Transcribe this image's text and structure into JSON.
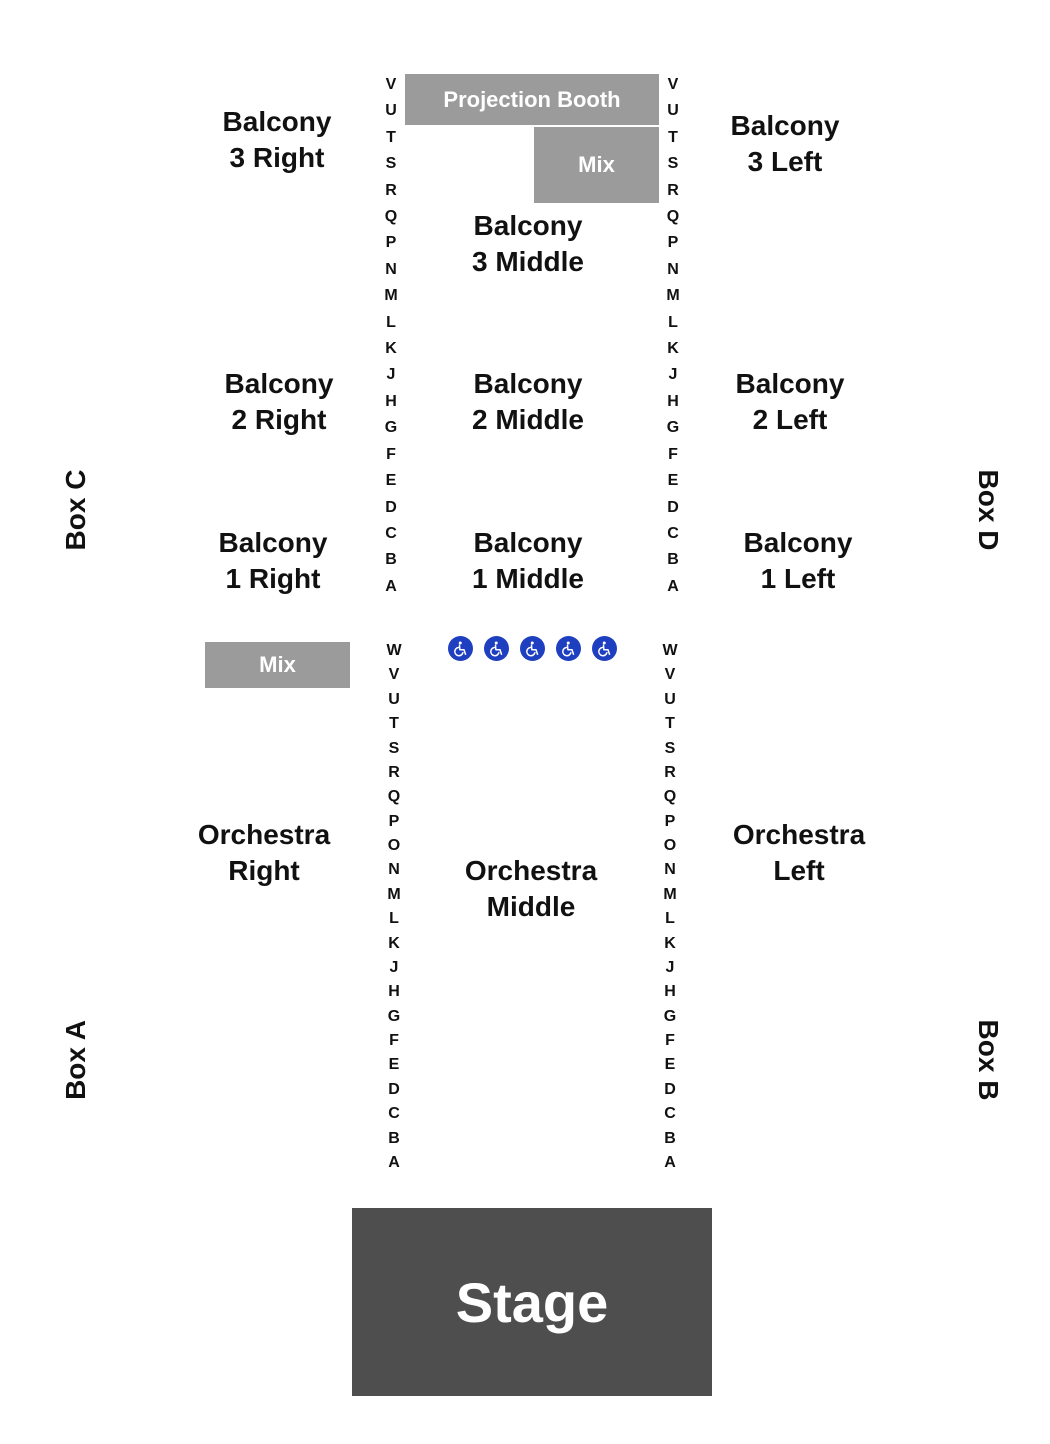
{
  "projection_booth": "Projection Booth",
  "mix_upper": "Mix",
  "mix_lower": "Mix",
  "stage": "Stage",
  "accessible_seat_icon": "wheelchair-icon",
  "accessible_seat_count": 5,
  "sections": {
    "balcony_3_right": [
      "Balcony",
      "3 Right"
    ],
    "balcony_3_middle": [
      "Balcony",
      "3 Middle"
    ],
    "balcony_3_left": [
      "Balcony",
      "3 Left"
    ],
    "balcony_2_right": [
      "Balcony",
      "2 Right"
    ],
    "balcony_2_middle": [
      "Balcony",
      "2 Middle"
    ],
    "balcony_2_left": [
      "Balcony",
      "2 Left"
    ],
    "balcony_1_right": [
      "Balcony",
      "1 Right"
    ],
    "balcony_1_middle": [
      "Balcony",
      "1 Middle"
    ],
    "balcony_1_left": [
      "Balcony",
      "1 Left"
    ],
    "orchestra_right": [
      "Orchestra",
      "Right"
    ],
    "orchestra_middle": [
      "Orchestra",
      "Middle"
    ],
    "orchestra_left": [
      "Orchestra",
      "Left"
    ]
  },
  "boxes": {
    "box_a": "Box A",
    "box_b": "Box B",
    "box_c": "Box C",
    "box_d": "Box D"
  },
  "balcony_rows": [
    "V",
    "U",
    "T",
    "S",
    "R",
    "Q",
    "P",
    "N",
    "M",
    "L",
    "K",
    "J",
    "H",
    "G",
    "F",
    "E",
    "D",
    "C",
    "B",
    "A"
  ],
  "orchestra_rows": [
    "W",
    "V",
    "U",
    "T",
    "S",
    "R",
    "Q",
    "P",
    "O",
    "N",
    "M",
    "L",
    "K",
    "J",
    "H",
    "G",
    "F",
    "E",
    "D",
    "C",
    "B",
    "A"
  ],
  "colors": {
    "gray_block": "#9b9b9b",
    "stage": "#4e4e4e",
    "accessible": "#1e3fbf"
  }
}
